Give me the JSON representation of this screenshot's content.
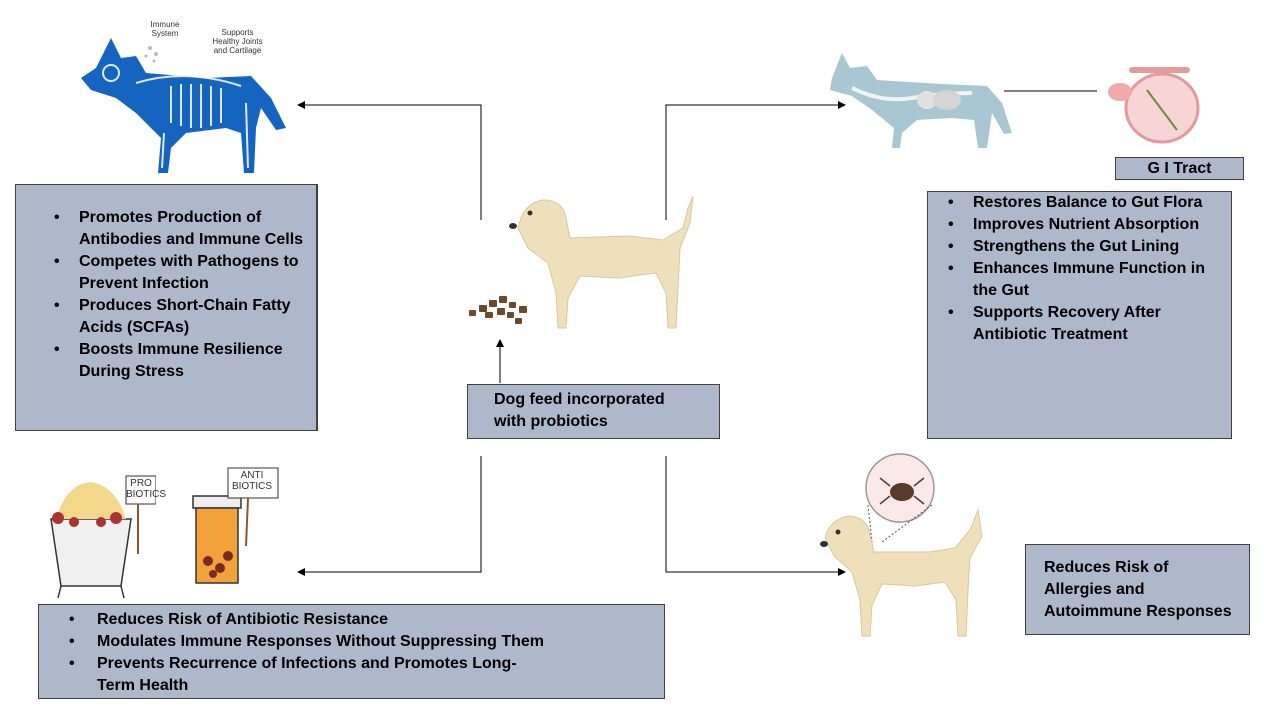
{
  "center": {
    "text_line1": "Dog feed incorporated",
    "text_line2": "with probiotics"
  },
  "immune": {
    "skeleton_label_1": "Immune System",
    "skeleton_label_2": "Supports Healthy Joints and Cartilage",
    "items": [
      "Promotes Production of Antibodies and Immune Cells",
      "Competes with Pathogens to Prevent Infection",
      "Produces Short-Chain Fatty Acids (SCFAs)",
      "Boosts Immune Resilience During Stress"
    ]
  },
  "gut": {
    "gi_label": "G I Tract",
    "items": [
      "Restores Balance to Gut Flora",
      " Improves Nutrient Absorption",
      "Strengthens the Gut Lining",
      " Enhances Immune Function in the Gut",
      "Supports Recovery After Antibiotic Treatment"
    ]
  },
  "resistance": {
    "sign_probiotics": "PRO BIOTICS",
    "sign_antibiotics": "ANTI BIOTICS",
    "items": [
      "Reduces Risk of Antibiotic Resistance",
      "Modulates Immune Responses Without Suppressing Them",
      "Prevents Recurrence of Infections and Promotes Long-Term Health"
    ]
  },
  "allergy": {
    "text": "Reduces Risk of Allergies and Autoimmune Responses"
  },
  "colors": {
    "box_fill": "#adb9ca",
    "skeleton_blue": "#1565c0",
    "gut_dog": "#a9c7d3",
    "dog_beige": "#efe0bb"
  }
}
